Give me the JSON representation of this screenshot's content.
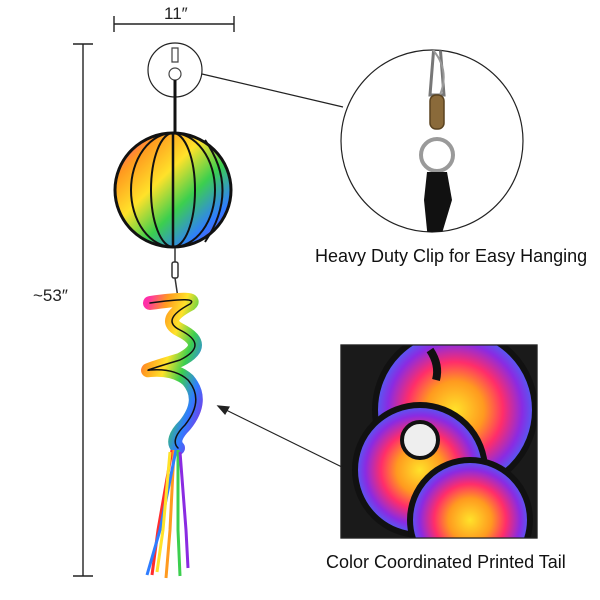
{
  "dimensions": {
    "width_label": "11″",
    "height_label": "~53″"
  },
  "callouts": {
    "clip_caption": "Heavy Duty Clip for Easy Hanging",
    "tail_caption": "Color Coordinated Printed Tail"
  },
  "colors": {
    "line": "#222222",
    "rainbow": [
      "#ff2d2d",
      "#ff9a1f",
      "#ffe22a",
      "#3ccf4e",
      "#2f7dff",
      "#8a2be2",
      "#ff2fa8"
    ]
  }
}
